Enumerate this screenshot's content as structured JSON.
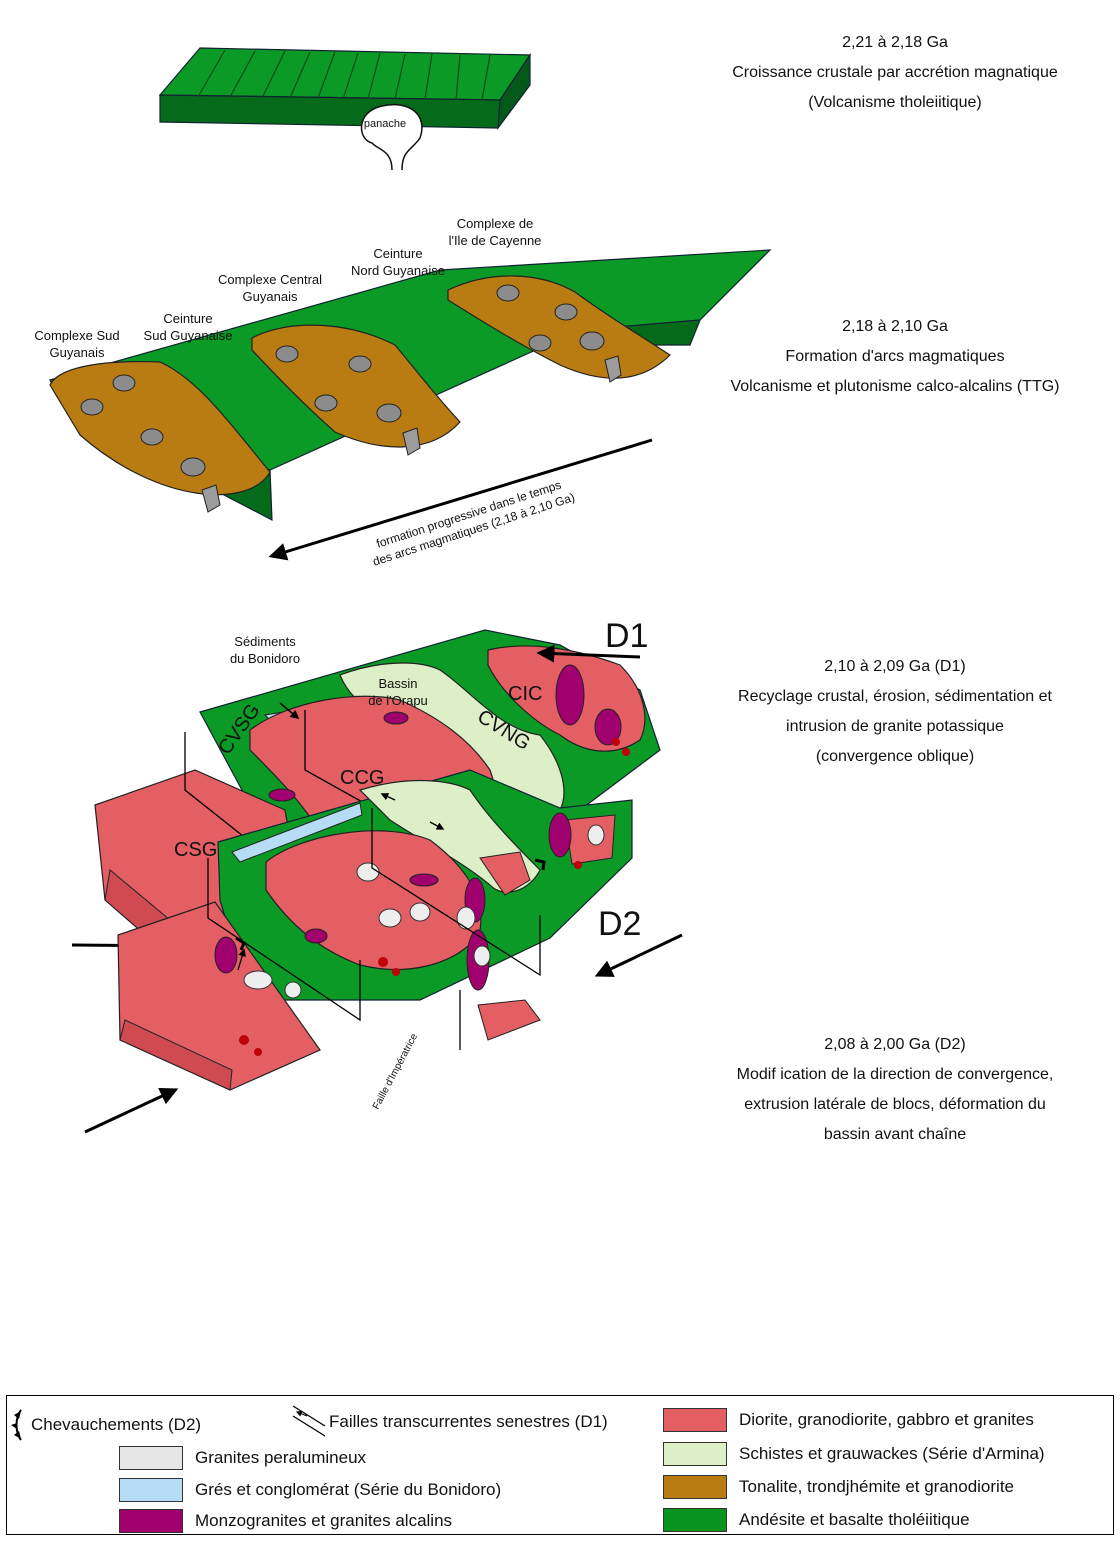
{
  "stages": [
    {
      "age": "2,21 à 2,18 Ga",
      "lines": [
        "Croissance crustale par accrétion magnatique",
        "(Volcanisme tholeiitique)"
      ]
    },
    {
      "age": "2,18 à 2,10 Ga",
      "lines": [
        "Formation d'arcs magmatiques",
        "Volcanisme et plutonisme calco-alcalins (TTG)"
      ]
    },
    {
      "age": "2,10  à 2,09 Ga (D1)",
      "lines": [
        "Recyclage crustal, érosion, sédimentation et",
        "intrusion de granite potassique",
        "(convergence oblique)"
      ]
    },
    {
      "age": "2,08 à 2,00 Ga (D2)",
      "lines": [
        "Modif ication de la direction de convergence,",
        "extrusion latérale de blocs, déformation du",
        "bassin avant chaîne"
      ]
    }
  ],
  "block1": {
    "plume_label": "panache"
  },
  "block2": {
    "labels": {
      "sud_complex": [
        "Complexe Sud",
        "Guyanais"
      ],
      "sud_belt": [
        "Ceinture",
        "Sud Guyanaise"
      ],
      "central": [
        "Complexe Central",
        "Guyanais"
      ],
      "nord_belt": [
        "Ceinture",
        "Nord Guyanaise"
      ],
      "cayenne": [
        "Complexe de",
        "l'Ile de Cayenne"
      ]
    },
    "arrow_text": [
      "formation progressive dans le temps",
      "des arcs magmatiques  (2,18 à 2,10 Ga)"
    ]
  },
  "block3": {
    "phase": "D1",
    "sediments": [
      "Sédiments",
      "du Bonidoro"
    ],
    "bassin": [
      "Bassin",
      "de l'Orapu"
    ],
    "abbrevs": {
      "csg": "CSG",
      "cvsg": "CVSG",
      "ccg": "CCG",
      "cvng": "CVNG",
      "cic": "CIC"
    }
  },
  "block4": {
    "phase": "D2",
    "fault_label": "Faille d'Impératrice"
  },
  "legend": {
    "thrust": "Chevauchements (D2)",
    "faults": "Failles transcurrentes senestres (D1)",
    "left_items": [
      {
        "label": "Granites  peralumineux",
        "color": "#e6e6e6"
      },
      {
        "label": "Grés et conglomérat (Série du Bonidoro)",
        "color": "#b7dcf5"
      },
      {
        "label": "Monzogranites et granites alcalins",
        "color": "#a0006e"
      }
    ],
    "right_items": [
      {
        "label": "Diorite, granodiorite, gabbro et granites",
        "color": "#e35f64"
      },
      {
        "label": "Schistes et grauwackes (Série d'Armina)",
        "color": "#dcefc7"
      },
      {
        "label": "Tonalite, trondjhémite et granodiorite",
        "color": "#b87c13"
      },
      {
        "label": "Andésite et basalte tholéiitique",
        "color": "#06941f"
      }
    ]
  }
}
